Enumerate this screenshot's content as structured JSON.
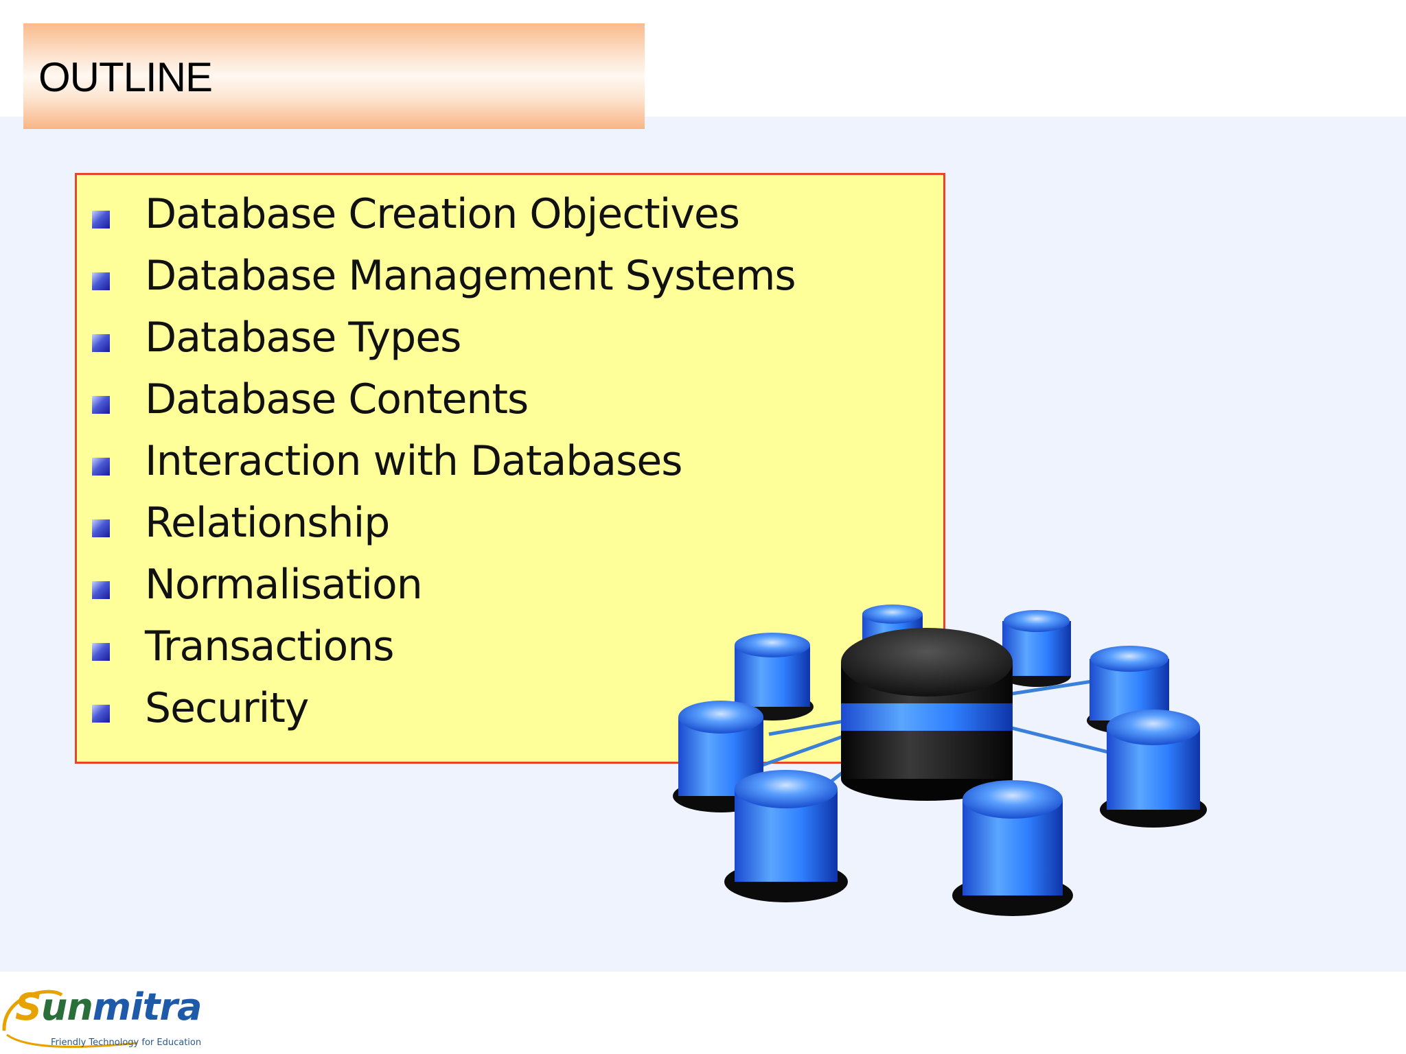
{
  "slide": {
    "title": "OUTLINE",
    "items": [
      "Database Creation Objectives",
      "Database Management Systems",
      "Database Types",
      "Database Contents",
      "Interaction with Databases",
      "Relationship",
      "Normalisation",
      "Transactions",
      "Security"
    ]
  },
  "logo": {
    "name_s": "S",
    "name_un": "un",
    "name_mitra": "mitra",
    "tagline": "Friendly Technology for Education"
  },
  "colors": {
    "title_gradient": "#f9bb8b",
    "content_background": "#eef3fd",
    "box_fill": "#ffff99",
    "box_border": "#e8442a",
    "bullet": "#2a36c0",
    "database_blue": "#2f7fff"
  },
  "icons": {
    "bullet": "square-bullet-icon",
    "illustration": "database-network-icon"
  }
}
